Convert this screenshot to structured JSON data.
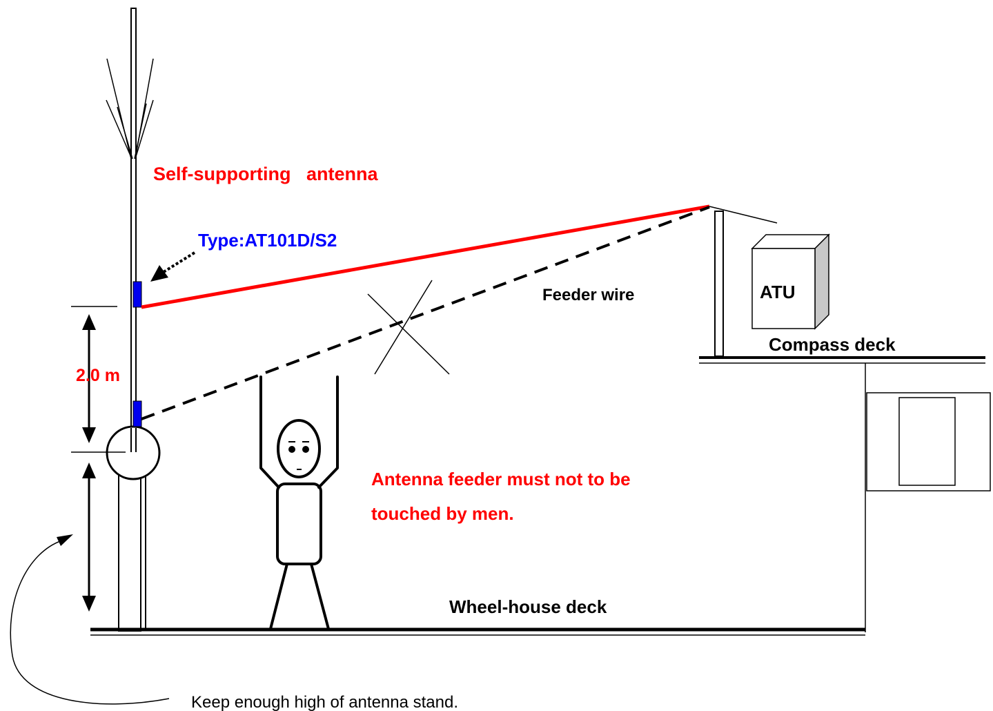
{
  "labels": {
    "antenna_title": "Self-supporting   antenna",
    "antenna_type": "Type:AT101D/S2",
    "feeder_wire": "Feeder wire",
    "atu": "ATU",
    "compass_deck": "Compass deck",
    "dimension": "2.0 m",
    "warning_line1": "Antenna feeder must not to be",
    "warning_line2": "touched by men.",
    "wheelhouse_deck": "Wheel-house deck",
    "note": "Keep enough high of antenna stand."
  },
  "colors": {
    "warning_red": "#ff0000",
    "type_blue": "#0000ff",
    "insulator_blue": "#0000ee",
    "line_black": "#000000",
    "atu_side_gray": "#c8c8c8"
  }
}
